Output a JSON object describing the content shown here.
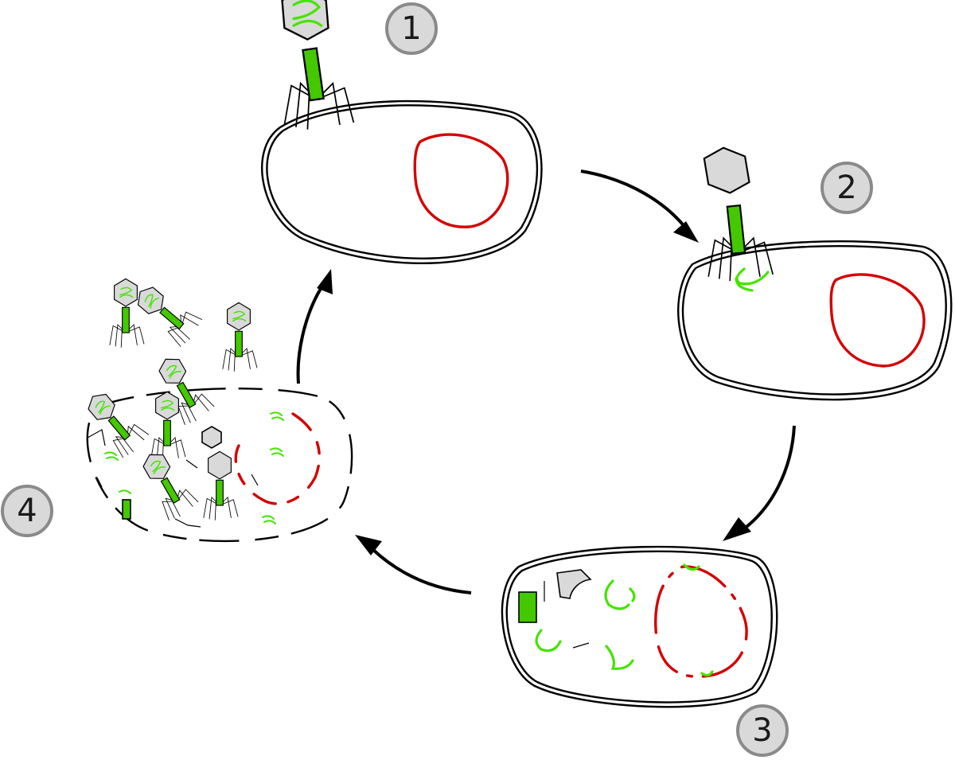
{
  "steps": [
    {
      "number": "1"
    },
    {
      "number": "2"
    },
    {
      "number": "3"
    },
    {
      "number": "4"
    }
  ],
  "colors": {
    "host_dna": "#d40000",
    "phage_dna": "#44e400",
    "phage_tail": "#44c800",
    "capsid": "#d9d9d9",
    "badge_fill": "#d9d9d9",
    "badge_stroke": "#8a8a8a"
  }
}
